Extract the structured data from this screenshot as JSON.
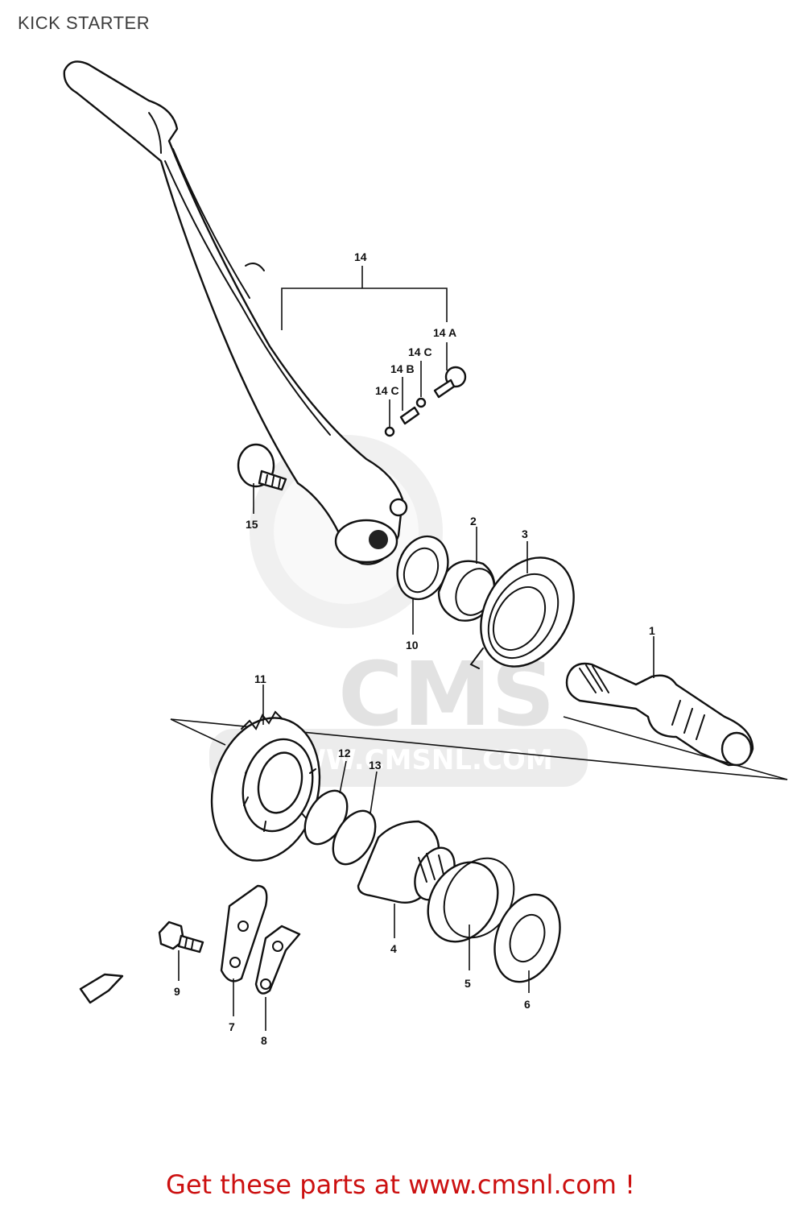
{
  "diagram": {
    "title": "KICK STARTER",
    "watermark": {
      "brand": "CMS",
      "url": "WWW.CMSNL.COM"
    },
    "callouts": [
      "1",
      "2",
      "3",
      "4",
      "5",
      "6",
      "7",
      "8",
      "9",
      "10",
      "11",
      "12",
      "13",
      "14",
      "14 A",
      "14 B",
      "14 C",
      "15"
    ],
    "callout_14c_second": "14 C"
  },
  "footer": {
    "cta_text": "Get these parts at www.cmsnl.com !"
  },
  "colors": {
    "cta": "#cc1010",
    "line_art": "#111111",
    "watermark": "#e2e2e2"
  }
}
